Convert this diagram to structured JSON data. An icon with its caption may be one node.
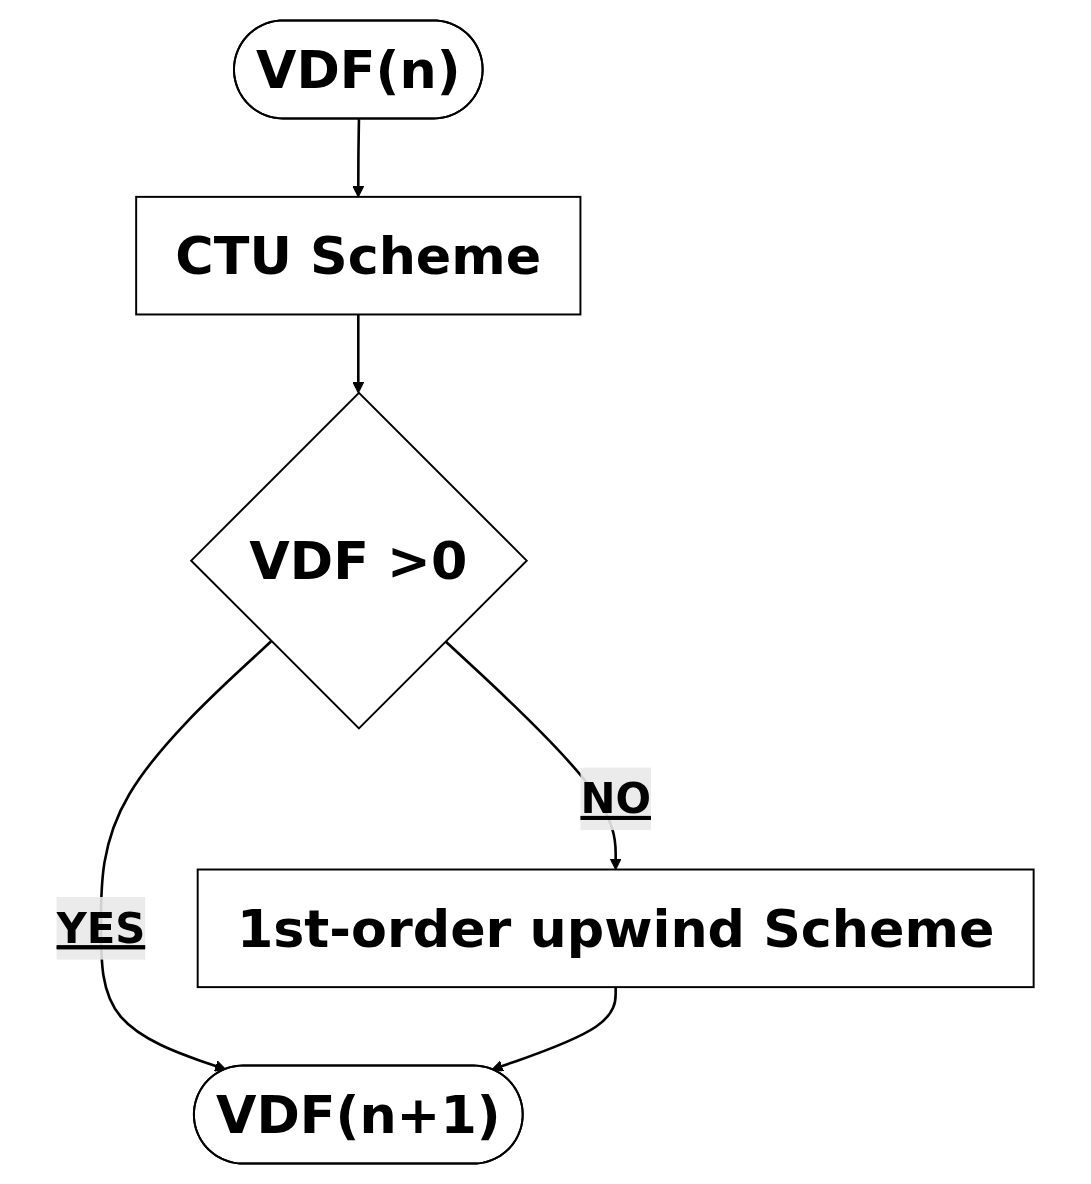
{
  "diagram": {
    "nodes": [
      {
        "text": [
          "VDF(n)"
        ]
      },
      {
        "text": [
          "CTU Scheme"
        ]
      },
      {
        "text": [
          "VDF >0"
        ]
      },
      {
        "text": [
          "1st-order upwind Scheme"
        ]
      },
      {
        "text": [
          "VDF(n+1)"
        ]
      }
    ],
    "edges": [
      {
        "from": 0,
        "to": 1,
        "arrow": "to"
      },
      {
        "from": 1,
        "to": 2,
        "arrow": "to"
      },
      {
        "from": 2,
        "to": 3,
        "arrow": "to",
        "label": "NO"
      },
      {
        "from": 2,
        "to": 4,
        "arrow": "to",
        "label": "YES"
      },
      {
        "from": 3,
        "to": 4,
        "arrow": "to"
      }
    ]
  }
}
